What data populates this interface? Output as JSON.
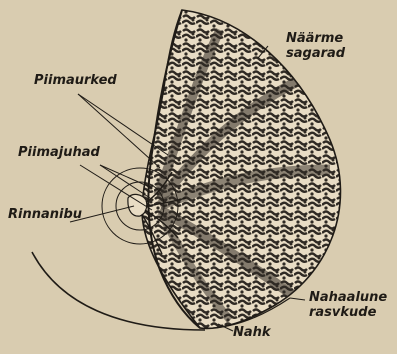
{
  "figure": {
    "labels": {
      "naarme_sagarad": "Näärme\nsagarad",
      "piimaurked": "Piimaurked",
      "piimajuhad": "Piimajuhad",
      "rinnanibu": "Rinnanibu",
      "nahaalune_rasvkude": "Nahaalune\nrasvkude",
      "nahk": "Nahk"
    },
    "colors": {
      "paper": "#d9ccb0",
      "ink": "#1f1b16",
      "gland": "#2f2a24",
      "fat": "#e8dcc4"
    }
  }
}
